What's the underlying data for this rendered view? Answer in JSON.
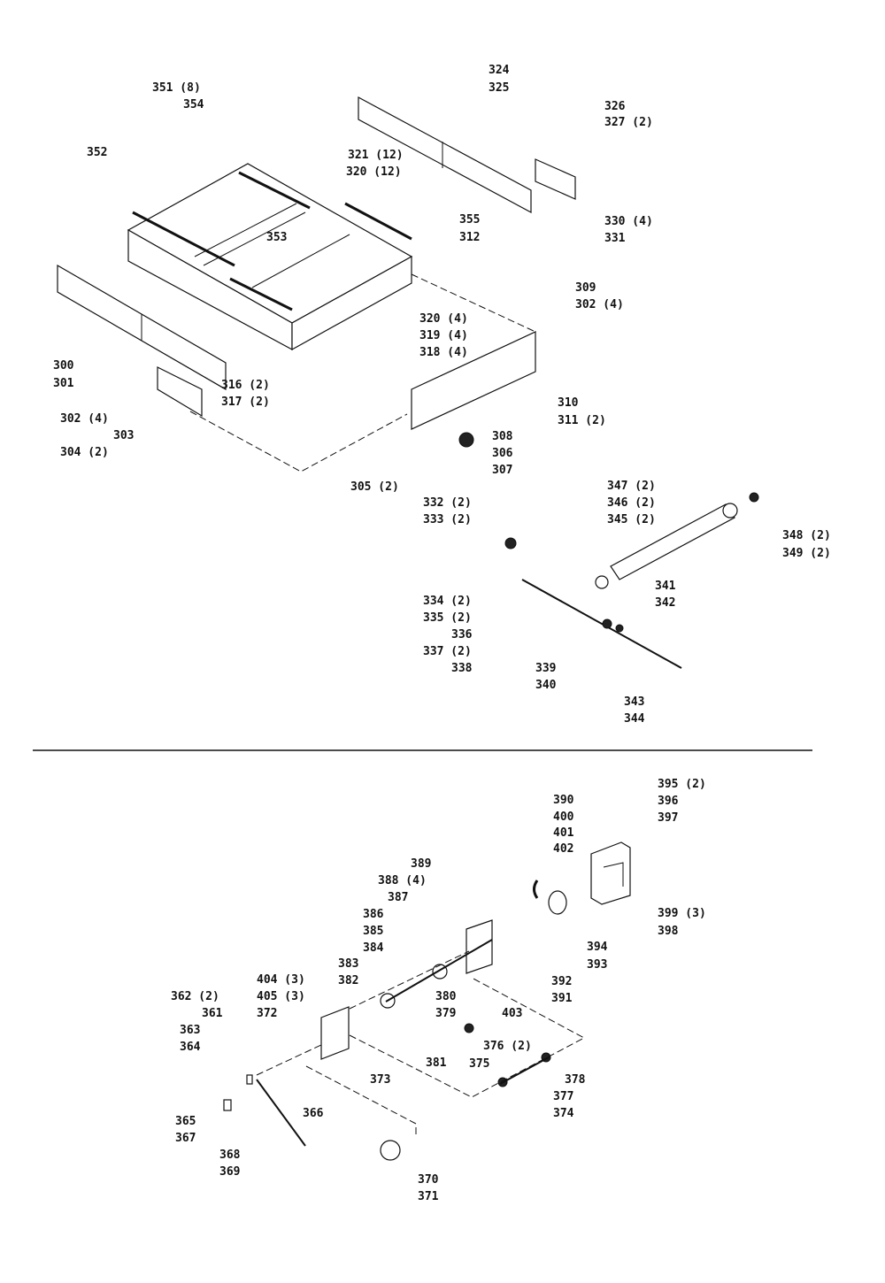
{
  "top_labels": [
    "351 (8)",
    "354",
    "352",
    "321 (12)",
    "320 (12)",
    "324",
    "325",
    "326",
    "327 (2)",
    "330 (4)",
    "331",
    "355",
    "312",
    "353",
    "320 (4)",
    "319 (4)",
    "318 (4)",
    "309",
    "302 (4)",
    "310",
    "311 (2)",
    "300",
    "301",
    "316 (2)",
    "317 (2)",
    "302 (4)",
    "303",
    "304 (2)",
    "308",
    "306",
    "307",
    "305 (2)",
    "332 (2)",
    "333 (2)",
    "347 (2)",
    "346 (2)",
    "345 (2)",
    "348 (2)",
    "349 (2)",
    "334 (2)",
    "335 (2)",
    "336",
    "337 (2)",
    "338",
    "341",
    "342",
    "339",
    "340",
    "343",
    "344"
  ],
  "bottom_labels": [
    "395 (2)",
    "396",
    "397",
    "390",
    "400",
    "401",
    "402",
    "389",
    "388 (4)",
    "387",
    "386",
    "385",
    "384",
    "383",
    "382",
    "394",
    "393",
    "399 (3)",
    "398",
    "392",
    "391",
    "404 (3)",
    "405 (3)",
    "372",
    "362 (2)",
    "361",
    "363",
    "364",
    "380",
    "379",
    "403",
    "376 (2)",
    "375",
    "378",
    "381",
    "377",
    "374",
    "373",
    "365",
    "366",
    "367",
    "368",
    "369",
    "370",
    "371"
  ]
}
